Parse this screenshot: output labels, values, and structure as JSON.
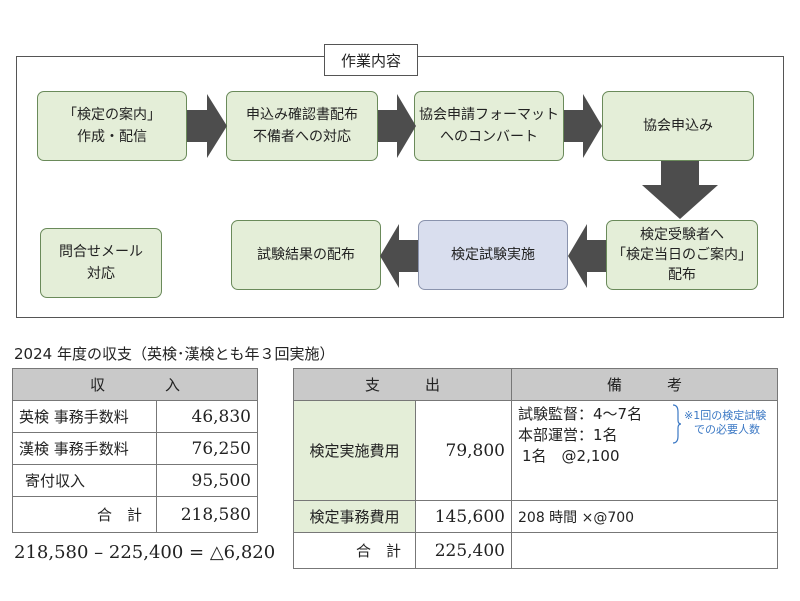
{
  "flow": {
    "title": "作業内容",
    "box1": "「検定の案内」\n作成・配信",
    "box2": "申込み確認書配布\n不備者への対応",
    "box3": "協会申請フォーマット\nへのコンバート",
    "box4": "協会申込み",
    "box5": "検定受験者へ\n「検定当日のご案内」\n配布",
    "box6": "検定試験実施",
    "box7": "試験結果の配布",
    "box8": "問合せメール\n対応"
  },
  "section_title": "2024 年度の収支（英検･漢検とも年３回実施）",
  "income": {
    "header": "収　　　　入",
    "rows": [
      {
        "label": "英検  事務手数料",
        "value": "46,830"
      },
      {
        "label": "漢検  事務手数料",
        "value": "76,250"
      },
      {
        "label": "寄付収入",
        "value": "95,500"
      }
    ],
    "total_label": "合　計",
    "total_value": "218,580"
  },
  "expense": {
    "header_expense": "支　　　出",
    "header_notes": "備　　　考",
    "row1_label": "検定実施費用",
    "row1_value": "79,800",
    "row1_note_line1": "試験監督：4～7名",
    "row1_note_line2": "本部運営：1名",
    "row1_note_line3": "1名　@2,100",
    "side_note_line1": "※1回の検定試験",
    "side_note_line2": "での必要人数",
    "row2_label": "検定事務費用",
    "row2_value": "145,600",
    "row2_note": "208 時間 ×@700",
    "total_label": "合　計",
    "total_value": "225,400"
  },
  "formula": "218,580 – 225,400 = △6,820"
}
